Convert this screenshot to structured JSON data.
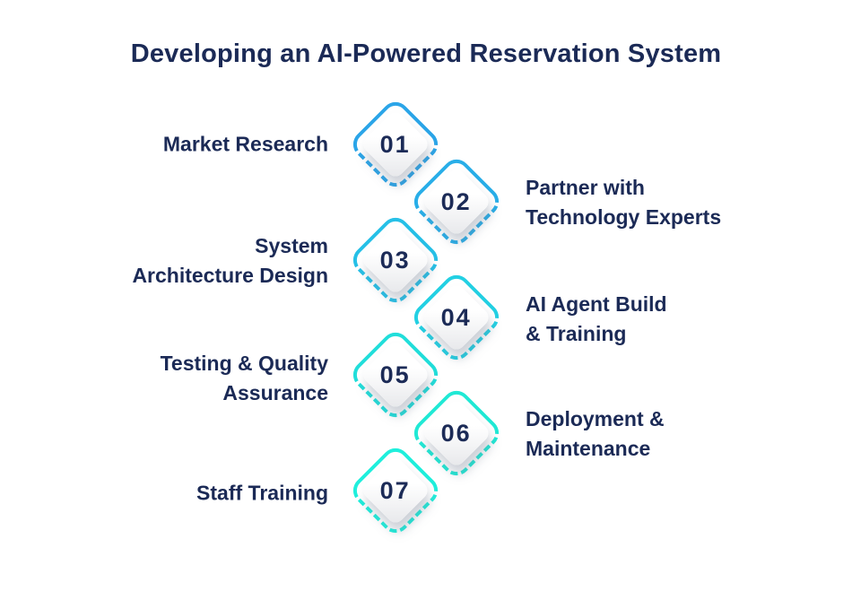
{
  "title": "Developing an AI-Powered Reservation System",
  "colors": {
    "background": "#FFFFFF",
    "title_text": "#1B2A56",
    "label_text": "#1B2A56",
    "number_text": "#1C2B57",
    "gradient_start": "#2BA5E8",
    "gradient_end": "#1FEFDC"
  },
  "steps": [
    {
      "num": "01",
      "label": "Market Research",
      "side": "left",
      "accent": "#2BA5E8"
    },
    {
      "num": "02",
      "label": "Partner with\nTechnology Experts",
      "side": "right",
      "accent": "#29AEE8"
    },
    {
      "num": "03",
      "label": "System\nArchitecture Design",
      "side": "left",
      "accent": "#26C0E7"
    },
    {
      "num": "04",
      "label": "AI Agent Build\n& Training",
      "side": "right",
      "accent": "#23D0E3"
    },
    {
      "num": "05",
      "label": "Testing & Quality\nAssurance",
      "side": "left",
      "accent": "#21DEDA"
    },
    {
      "num": "06",
      "label": "Deployment &\nMaintenance",
      "side": "right",
      "accent": "#20E9D5"
    },
    {
      "num": "07",
      "label": "Staff Training",
      "side": "left",
      "accent": "#1FEFDC"
    }
  ]
}
